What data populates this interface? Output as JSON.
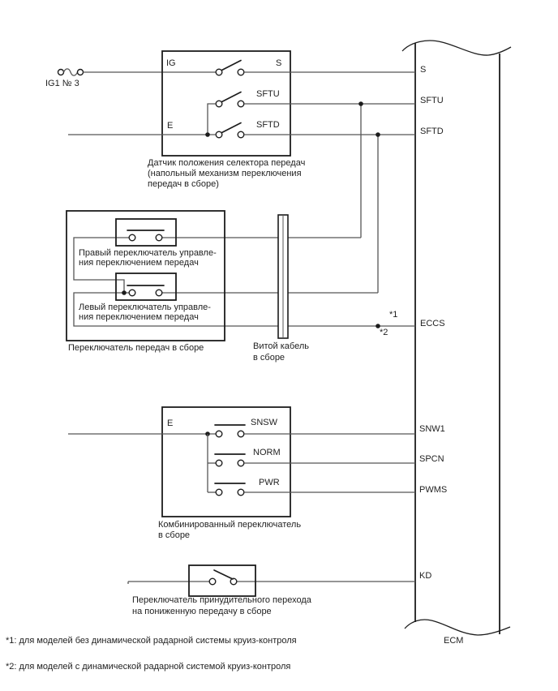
{
  "colors": {
    "background": "#ffffff",
    "wire": "#565656",
    "outline": "#1c1c1c",
    "text": "#1f1f1f"
  },
  "power_source": {
    "fuse_label": "IG1 № 3"
  },
  "selector_sensor": {
    "pin_ig": "IG",
    "pin_e": "E",
    "pin_s": "S",
    "pin_sftu": "SFTU",
    "pin_sftd": "SFTD",
    "caption": [
      "Датчик положения селектора передач",
      "(напольный механизм переключения",
      "передач в сборе)"
    ]
  },
  "shift_switch_assembly": {
    "right_switch_label": [
      "Правый переключатель управле-",
      "ния переключением передач"
    ],
    "left_switch_label": [
      "Левый переключатель управле-",
      "ния переключением передач"
    ],
    "caption": "Переключатель передач в сборе"
  },
  "twisted_cable": {
    "caption": [
      "Витой кабель",
      "в сборе"
    ]
  },
  "combination_switch": {
    "pin_e": "E",
    "pin_snsw": "SNSW",
    "pin_norm": "NORM",
    "pin_pwr": "PWR",
    "caption": [
      "Комбинированный переключатель",
      "в сборе"
    ]
  },
  "kickdown_switch": {
    "caption": [
      "Переключатель принудительного перехода",
      "на пониженную передачу в сборе"
    ]
  },
  "ecm": {
    "label": "ECM",
    "pins": {
      "s": "S",
      "sftu": "SFTU",
      "sftd": "SFTD",
      "eccs": "ECCS",
      "snw1": "SNW1",
      "spcn": "SPCN",
      "pwms": "PWMS",
      "kd": "KD"
    }
  },
  "notes": {
    "marker1": "*1",
    "marker2": "*2",
    "footnote1": "*1: для моделей без динамической радарной системы круиз-контроля",
    "footnote2": "*2: для моделей с динамической радарной системой круиз-контроля"
  }
}
